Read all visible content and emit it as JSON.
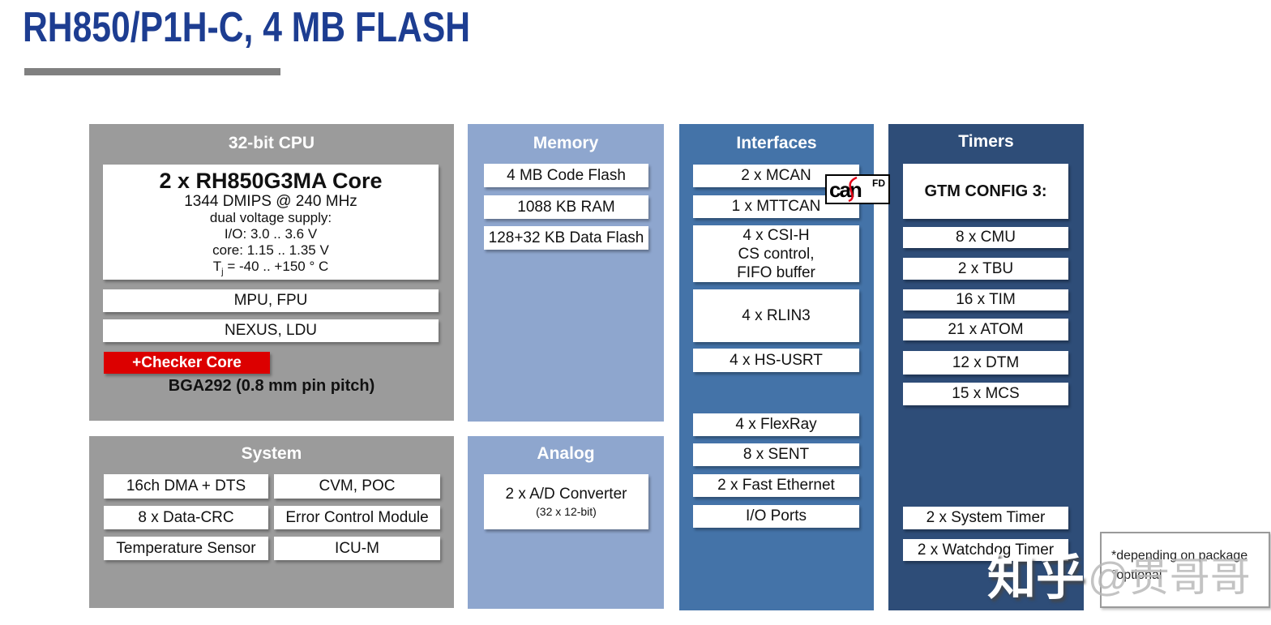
{
  "title": "RH850/P1H-C, 4 MB FLASH",
  "colors": {
    "title_blue": "#1d3d91",
    "gray_block": "#9b9b9b",
    "light_blue_block": "#8ea6ce",
    "mid_blue_block": "#4473a8",
    "dark_blue_block": "#2e4d78",
    "checker_red": "#dc0000"
  },
  "columns": {
    "cpu": {
      "header": "32-bit CPU",
      "core": {
        "name": "2 x RH850G3MA Core",
        "line1": "1344 DMIPS @ 240 MHz",
        "line2": "dual voltage supply:",
        "line3": "I/O: 3.0 .. 3.6 V",
        "line4": "core: 1.15 .. 1.35 V",
        "tj_base": "T",
        "tj_sub": "j",
        "tj_rest": " = -40 ..  +150 ° C"
      },
      "box1": "MPU, FPU",
      "box2": "NEXUS, LDU",
      "checker": "+Checker Core",
      "package": "BGA292 (0.8 mm pin pitch)"
    },
    "system": {
      "header": "System",
      "boxes": [
        "16ch DMA + DTS",
        "CVM, POC",
        "8 x Data-CRC",
        "Error Control Module",
        "Temperature Sensor",
        "ICU-M"
      ]
    },
    "memory": {
      "header": "Memory",
      "boxes": [
        "4 MB Code Flash",
        "1088 KB RAM",
        "128+32 KB Data Flash"
      ]
    },
    "analog": {
      "header": "Analog",
      "adc_title": "2 x A/D Converter",
      "adc_sub": "(32 x 12-bit)"
    },
    "interfaces": {
      "header": "Interfaces",
      "mcan": "2 x MCAN",
      "mttcan": "1 x MTTCAN",
      "csi_line1": "4 x CSI-H",
      "csi_line2": "CS control,",
      "csi_line3": "FIFO buffer",
      "rlin": "4 x RLIN3",
      "usrt": "4 x HS-USRT",
      "flexray": "4 x FlexRay",
      "sent": "8 x SENT",
      "ethernet": "2 x Fast Ethernet",
      "ioports": "I/O Ports"
    },
    "timers": {
      "header": "Timers",
      "gtm": "GTM CONFIG 3:",
      "boxes": [
        "8 x CMU",
        "2 x TBU",
        "16 x TIM",
        "21 x ATOM",
        "12 x DTM",
        "15 x MCS"
      ],
      "system_timer": "2 x System Timer",
      "watchdog_timer": "2 x Watchdog Timer"
    }
  },
  "canfd_logo": {
    "text": "can",
    "fd": "FD"
  },
  "note": {
    "line1": "*depending on package",
    "line2": "°optional"
  },
  "watermark": {
    "brand": "知乎",
    "handle": "@贵哥哥"
  }
}
